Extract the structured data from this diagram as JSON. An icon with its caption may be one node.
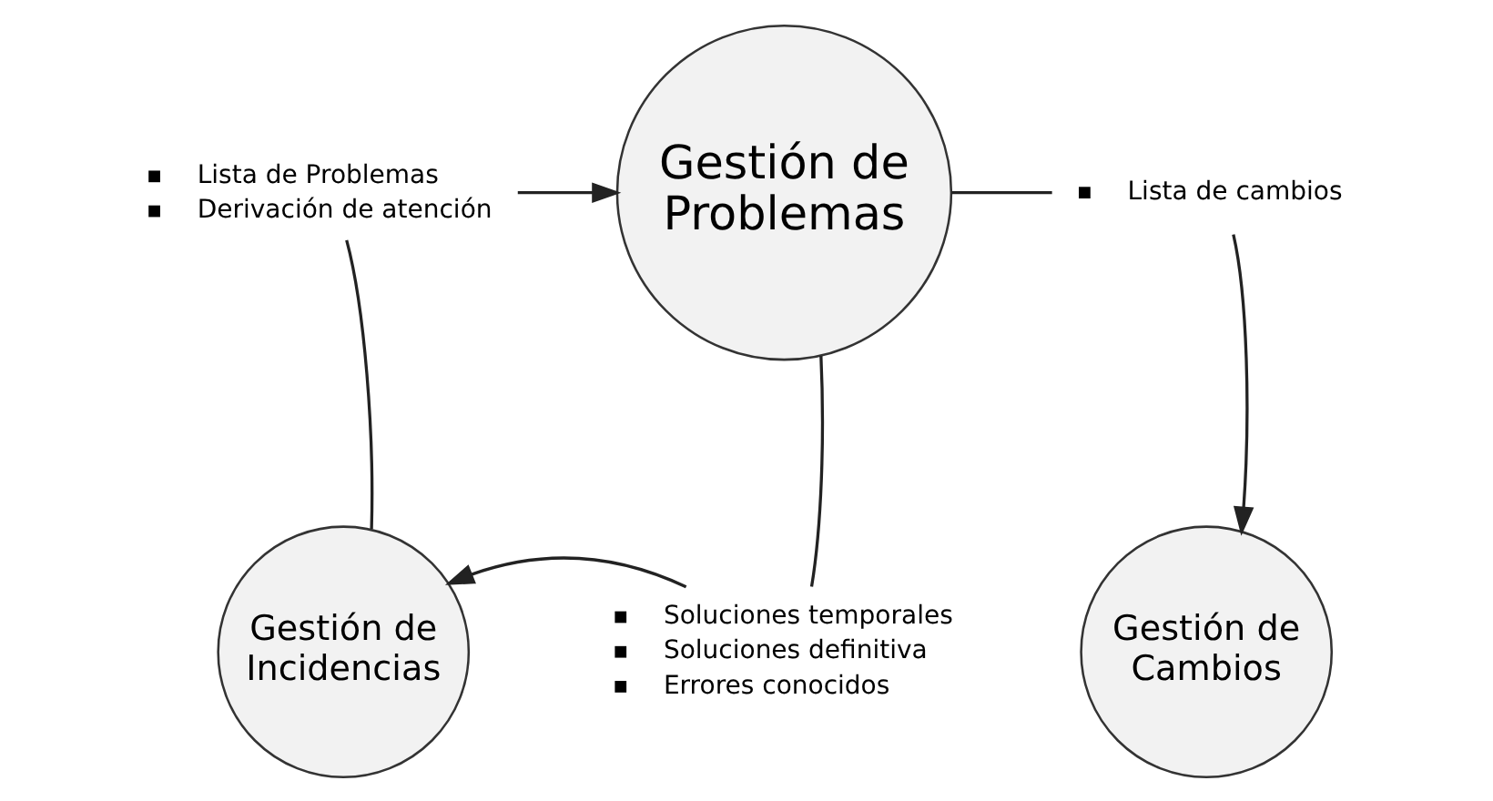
{
  "diagram": {
    "nodes": [
      {
        "text": [
          "Gestión de Problemas"
        ]
      },
      {
        "text": [
          "Gestión de Incidencias"
        ]
      },
      {
        "text": [
          "Gestión de Cambios"
        ]
      },
      {
        "text": [
          "Lista de Problemas",
          "Derivación de atención"
        ]
      },
      {
        "text": [
          "Lista de cambios"
        ]
      },
      {
        "text": [
          "Soluciones temporales",
          "Soluciones definitiva",
          "Errores conocidos"
        ]
      }
    ],
    "edges": [
      {
        "from": 1,
        "to": 3,
        "arrow": "none"
      },
      {
        "from": 3,
        "to": 0,
        "arrow": "to"
      },
      {
        "from": 0,
        "to": 4,
        "arrow": "none"
      },
      {
        "from": 4,
        "to": 2,
        "arrow": "to"
      },
      {
        "from": 0,
        "to": 5,
        "arrow": "none"
      },
      {
        "from": 5,
        "to": 1,
        "arrow": "to"
      }
    ]
  }
}
